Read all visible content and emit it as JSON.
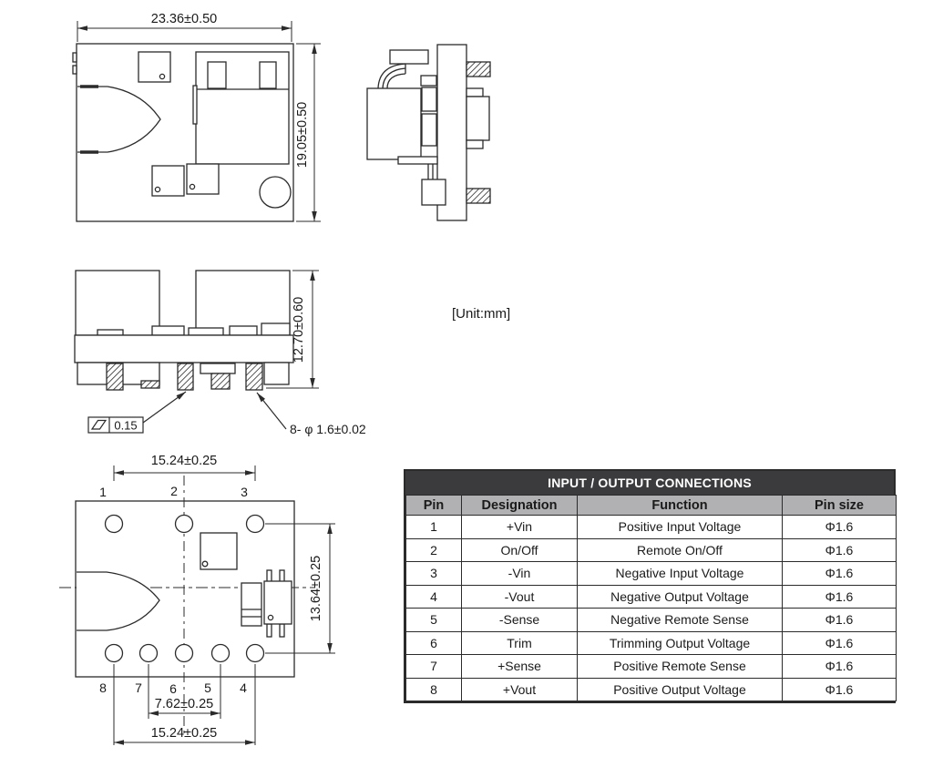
{
  "unit_label": "[Unit:mm]",
  "colors": {
    "line": "#2b2b2b",
    "table_title_bg": "#3b3b3d",
    "table_header_bg": "#b1b1b3",
    "background": "#ffffff"
  },
  "drawings": {
    "top_view": {
      "width_dim": "23.36±0.50",
      "height_dim": "19.05±0.50"
    },
    "front_view": {
      "height_dim": "12.70±0.60",
      "flatness_value": "0.15",
      "pin_callout": "8- φ 1.6±0.02"
    },
    "bottom_view": {
      "dim_top": "15.24±0.25",
      "dim_right": "13.64±0.25",
      "dim_inner": "7.62±0.25",
      "dim_bottom": "15.24±0.25",
      "top_pin_labels": [
        "1",
        "2",
        "3"
      ],
      "bottom_pin_labels": [
        "8",
        "7",
        "6",
        "5",
        "4"
      ]
    }
  },
  "table": {
    "title": "INPUT / OUTPUT CONNECTIONS",
    "columns": [
      "Pin",
      "Designation",
      "Function",
      "Pin size"
    ],
    "rows": [
      [
        "1",
        "+Vin",
        "Positive Input Voltage",
        "Φ1.6"
      ],
      [
        "2",
        "On/Off",
        "Remote On/Off",
        "Φ1.6"
      ],
      [
        "3",
        "-Vin",
        "Negative Input Voltage",
        "Φ1.6"
      ],
      [
        "4",
        "-Vout",
        "Negative Output Voltage",
        "Φ1.6"
      ],
      [
        "5",
        "-Sense",
        "Negative Remote Sense",
        "Φ1.6"
      ],
      [
        "6",
        "Trim",
        "Trimming Output Voltage",
        "Φ1.6"
      ],
      [
        "7",
        "+Sense",
        "Positive Remote Sense",
        "Φ1.6"
      ],
      [
        "8",
        "+Vout",
        "Positive Output Voltage",
        "Φ1.6"
      ]
    ]
  }
}
